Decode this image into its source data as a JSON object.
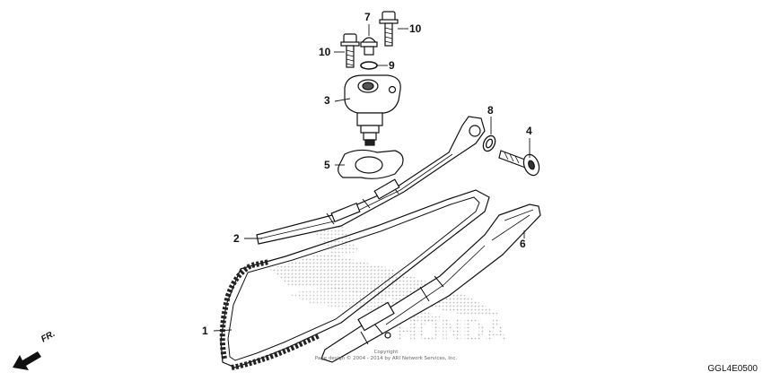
{
  "callouts": [
    {
      "number": "1",
      "part": "cam-chain"
    },
    {
      "number": "2",
      "part": "tensioner-slipper"
    },
    {
      "number": "3",
      "part": "tensioner-lifter"
    },
    {
      "number": "4",
      "part": "pivot-bolt"
    },
    {
      "number": "5",
      "part": "lifter-gasket"
    },
    {
      "number": "6",
      "part": "chain-guide"
    },
    {
      "number": "7",
      "part": "sealing-bolt"
    },
    {
      "number": "8",
      "part": "washer"
    },
    {
      "number": "9",
      "part": "o-ring"
    },
    {
      "number": "10",
      "part": "flange-bolt"
    }
  ],
  "labels": {
    "n1": "1",
    "n2": "2",
    "n3": "3",
    "n4": "4",
    "n5": "5",
    "n6": "6",
    "n7": "7",
    "n8": "8",
    "n9": "9",
    "n10_left": "10",
    "n10_right": "10"
  },
  "direction_label": "FR.",
  "copyright_line1": "Copyright",
  "copyright_line2": "Page design © 2004 - 2014 by ARI Network Services, Inc.",
  "diagram_code": "GGL4E0500",
  "watermark_text": "HONDA",
  "colors": {
    "ink": "#111111",
    "watermark": "#bdbdbd",
    "part_fill": "#ffffff"
  }
}
